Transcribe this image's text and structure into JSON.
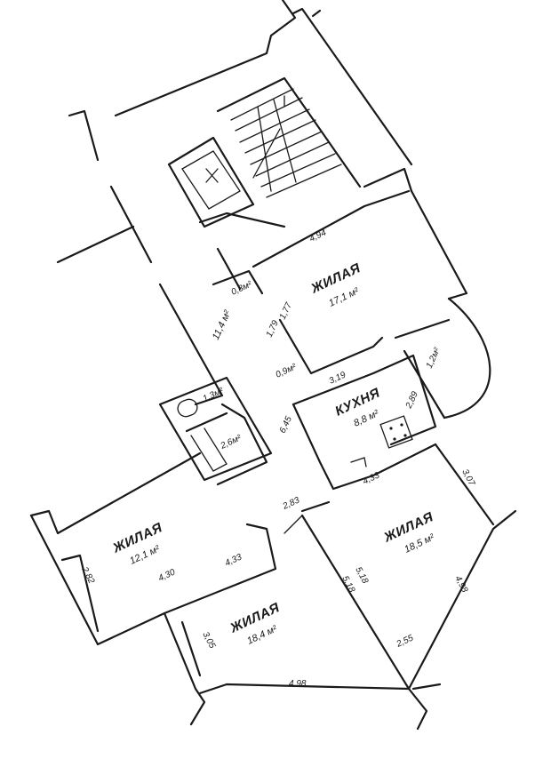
{
  "plan": {
    "top_room": {
      "name": "ЖИЛАЯ",
      "area": "17,1 м²",
      "width": "4,94"
    },
    "kitchen": {
      "name": "КУХНЯ",
      "area": "8,8 м²",
      "width_top": "3,19",
      "width_bottom": "4,33",
      "depth": "2,89",
      "side": "6,45"
    },
    "left_room": {
      "name": "ЖИЛАЯ",
      "area": "12,1 м²",
      "side": "2,82",
      "bottom": "4,30"
    },
    "bottom_room": {
      "name": "ЖИЛАЯ",
      "area": "18,4 м²",
      "top": "4,33",
      "side": "3,05",
      "bottom": "4,98"
    },
    "right_room": {
      "name": "ЖИЛАЯ",
      "area": "18,5 м²",
      "side": "3,07",
      "bottom": "4,98",
      "diag": "2,55",
      "corner": "2,83"
    },
    "partition": {
      "a": "5,18",
      "b": "5,18"
    },
    "hall_area": "11,4 м²",
    "storage_small": "0,8м²",
    "storage_2": "0,9м²",
    "wc_area": "1,3м²",
    "bath_area": "2,6м²",
    "balcony_area": "1,2м²",
    "hall_dims": {
      "a": "1,79",
      "b": "1,77"
    }
  }
}
